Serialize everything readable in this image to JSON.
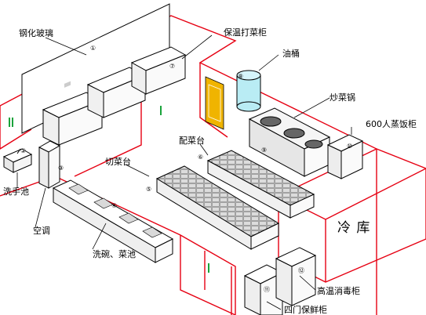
{
  "labels": {
    "glass": "钢化玻璃",
    "warm_cabinet": "保温打菜柜",
    "oil_drum": "油桶",
    "wok": "炒菜锅",
    "rice_cabinet": "600人蒸饭柜",
    "prep_table": "配菜台",
    "cut_table": "切菜台",
    "hand_sink": "洗手池",
    "aircon": "空调",
    "wash_sink": "洗碗、菜池",
    "cold_store": "冷  库",
    "sterilizer": "高温消毒柜",
    "fridge": "四门保鲜柜"
  },
  "numbers": {
    "n1": "①",
    "n2": "②",
    "n3": "③",
    "n4": "④",
    "n5": "⑤",
    "n6": "⑥",
    "n7": "⑦",
    "n8": "⑧",
    "n9": "⑨",
    "n10": "⑩",
    "n11": "⑪",
    "n12": "⑫"
  },
  "colors": {
    "wall": "#e60012",
    "tank": "#b9ecf4",
    "door": "#f0b400",
    "floor_tile": "#dcdcdc"
  }
}
